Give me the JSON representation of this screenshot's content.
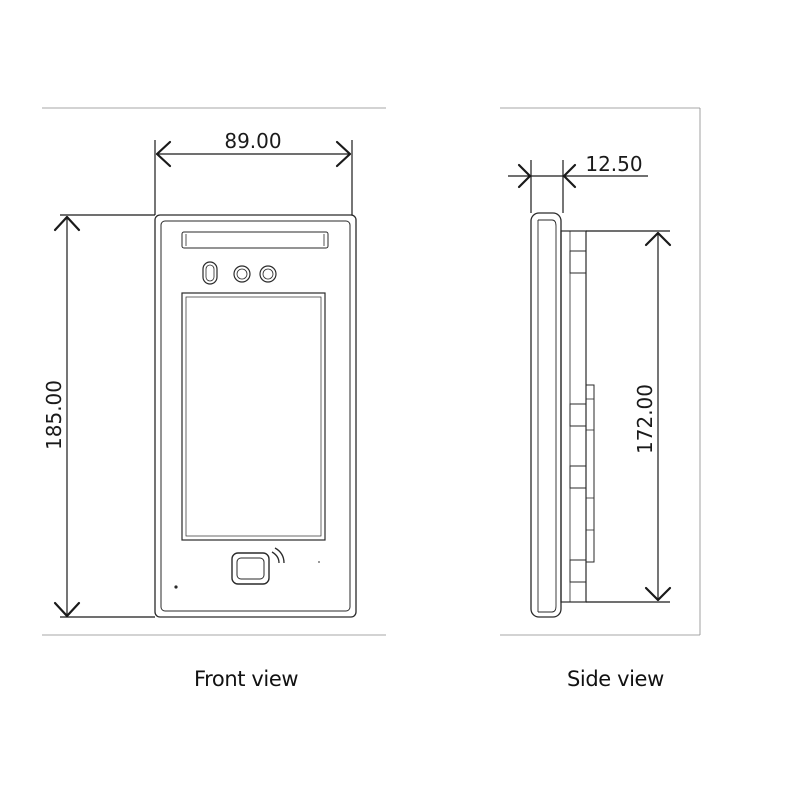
{
  "dimensions": {
    "front_width": "89.00",
    "front_height": "185.00",
    "side_depth": "12.50",
    "side_height": "172.00"
  },
  "captions": {
    "front": "Front view",
    "side": "Side view"
  },
  "colors": {
    "stroke": "#2a2a2a",
    "frame": "#8a8a8a",
    "background": "#ffffff"
  }
}
